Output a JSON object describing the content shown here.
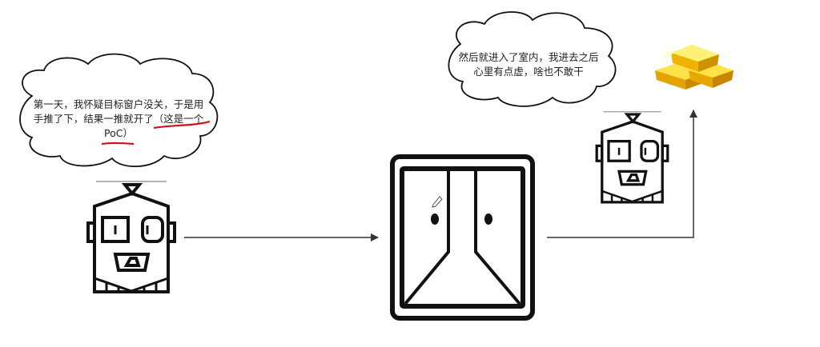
{
  "bubble_left": {
    "lines": [
      "第一天，我怀疑目标窗户没关，于是用",
      "手推了下，结果一推就开了（这是一个",
      "PoC）"
    ]
  },
  "bubble_right": {
    "lines": [
      "然后就进入了室内，我进去之后",
      "心里有点虚，啥也不敢干"
    ]
  },
  "colors": {
    "stroke": "#111111",
    "annotation": "#d0101a",
    "gold": "#f5c518"
  }
}
